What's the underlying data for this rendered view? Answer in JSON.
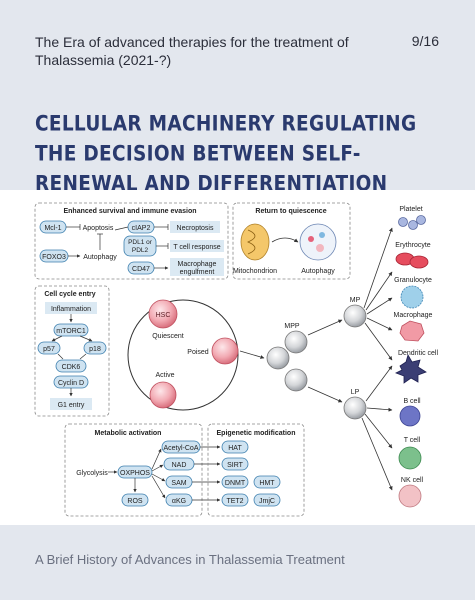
{
  "header": {
    "title": "The Era of advanced therapies for the treatment of Thalassemia (2021-?)",
    "page": "9/16"
  },
  "main_title": "CELLULAR MACHINERY REGULATING THE DECISION BETWEEN SELF-RENEWAL AND DIFFERENTIATION",
  "footer": "A Brief History of Advances in Thalassemia Treatment",
  "colors": {
    "node_fill": "#cfe3f1",
    "node_stroke": "#3d7fae",
    "hsc_pink": "#f2b7bf",
    "accent_navy": "#2a3a6e"
  },
  "diagram": {
    "survival": {
      "title": "Enhanced survival and immune evasion",
      "mcl1": "Mcl-1",
      "apoptosis": "Apoptosis",
      "foxo3": "FOXO3",
      "autophagy": "Autophagy",
      "ciap2": "cIAP2",
      "necroptosis": "Necroptosis",
      "pdl1": "PDL1 or",
      "pdl2": "PDL2",
      "tcell_response": "T cell response",
      "cd47": "CD47",
      "macro1": "Macrophage",
      "macro2": "engulfment"
    },
    "quiescence": {
      "title": "Return to quiescence",
      "mito": "Mitochondrion",
      "auto": "Autophagy"
    },
    "cellcycle": {
      "title": "Cell cycle entry",
      "inflammation": "Inflammation",
      "mtorc1": "mTORC1",
      "p57": "p57",
      "p18": "p18",
      "cdk6": "CDK6",
      "cyclin": "Cyclin D",
      "g1": "G1 entry"
    },
    "states": {
      "hsc": "HSC",
      "quiescent": "Quiescent",
      "poised": "Poised",
      "active": "Active",
      "mpp": "MPP",
      "mp": "MP",
      "lp": "LP"
    },
    "metabolic": {
      "title": "Metabolic activation",
      "glycolysis": "Glycolysis",
      "oxphos": "OXPHOS",
      "ros": "ROS",
      "acetyl": "Acetyl-CoA",
      "nad": "NAD",
      "sam": "SAM",
      "akg": "αKG"
    },
    "epigenetic": {
      "title": "Epigenetic modification",
      "hat": "HAT",
      "sirt": "SIRT",
      "dnmt": "DNMT",
      "hmt": "HMT",
      "tet2": "TET2",
      "jmjc": "JmjC"
    },
    "lineage": {
      "platelet": "Platelet",
      "erythrocyte": "Erythrocyte",
      "granulocyte": "Granulocyte",
      "macrophage": "Macrophage",
      "dendritic": "Dendritic cell",
      "bcell": "B cell",
      "tcell": "T cell",
      "nkcell": "NK cell"
    }
  }
}
